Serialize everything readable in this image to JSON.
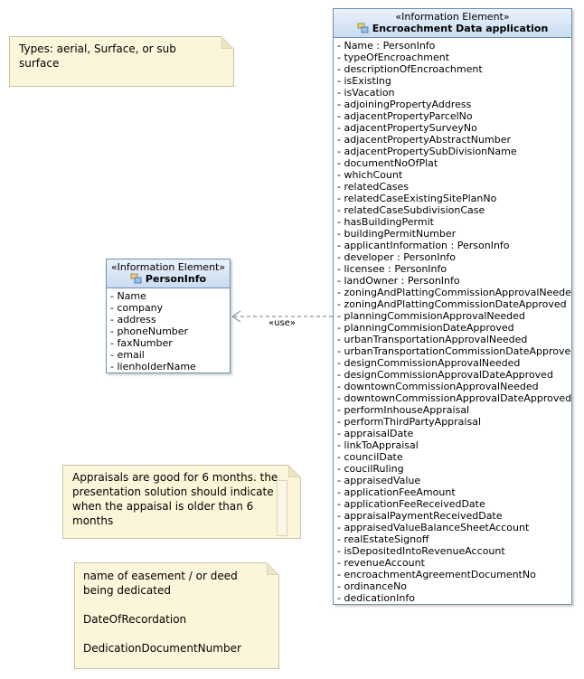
{
  "notes": {
    "types": "Types: aerial, Surface, or sub\nsurface",
    "appraisals": "Appraisals are good for 6 months. the\npresentation solution should indicate\nwhen the appaisal is older than 6\nmonths",
    "easement": "name of easement / or deed\nbeing dedicated\n\nDateOfRecordation\n\nDedicationDocumentNumber"
  },
  "person_info": {
    "stereotype": "«Information Element»",
    "name": "PersonInfo",
    "icon": "information-element-icon",
    "attributes": [
      "- Name",
      "- company",
      "- address",
      "- phoneNumber",
      "- faxNumber",
      "- email",
      "- lienholderName"
    ]
  },
  "encroachment": {
    "stereotype": "«Information Element»",
    "name": "Encroachment Data application",
    "icon": "information-element-icon",
    "attributes": [
      "- Name : PersonInfo",
      "- typeOfEncroachment",
      "- descriptionOfEncroachment",
      "- isExisting",
      "- isVacation",
      "- adjoiningPropertyAddress",
      "- adjacentPropertyParcelNo",
      "- adjacentPropertySurveyNo",
      "- adjacentPropertyAbstractNumber",
      "- adjacentPropertySubDivisionName",
      "- documentNoOfPlat",
      "- whichCount",
      "- relatedCases",
      "- relatedCaseExistingSitePlanNo",
      "- relatedCaseSubdivisionCase",
      "- hasBuildingPermit",
      "- buildingPermitNumber",
      "- applicantInformation : PersonInfo",
      "- developer : PersonInfo",
      "- licensee : PersonInfo",
      "- landOwner : PersonInfo",
      "- zoningAndPlattingCommissionApprovalNeeded",
      "- zoningAndPlattingCommissionDateApproved",
      "- planningCommisionApprovalNeeded",
      "- planningCommisionDateApproved",
      "- urbanTransportationApprovalNeeded",
      "- urbanTransportationCommissionDateApproved",
      "- designCommissionApprovalNeeded",
      "- designCommissionApprovalDateApproved",
      "- downtownCommissionApprovalNeeded",
      "- downtownCommissionApprovalDateApproved",
      "- performInhouseAppraisal",
      "- performThirdPartyAppraisal",
      "- appraisalDate",
      "- linkToAppraisal",
      "- councilDate",
      "- coucilRuling",
      "- appraisedValue",
      "- applicationFeeAmount",
      "- applicationFeeReceivedDate",
      "- appraisalPaymentReceivedDate",
      "- appraisedValueBalanceSheetAccount",
      "- realEstateSignoff",
      "- isDepositedIntoRevenueAccount",
      "- revenueAccount",
      "- encroachmentAgreementDocumentNo",
      "- ordinanceNo",
      "- dedicationInfo"
    ]
  },
  "dependency": {
    "label": "«use»"
  },
  "colors": {
    "note_fill": "#fbf6da",
    "class_border": "#6d8fb3",
    "header_top": "#eaf2fb",
    "header_bottom": "#c9dcf1"
  }
}
